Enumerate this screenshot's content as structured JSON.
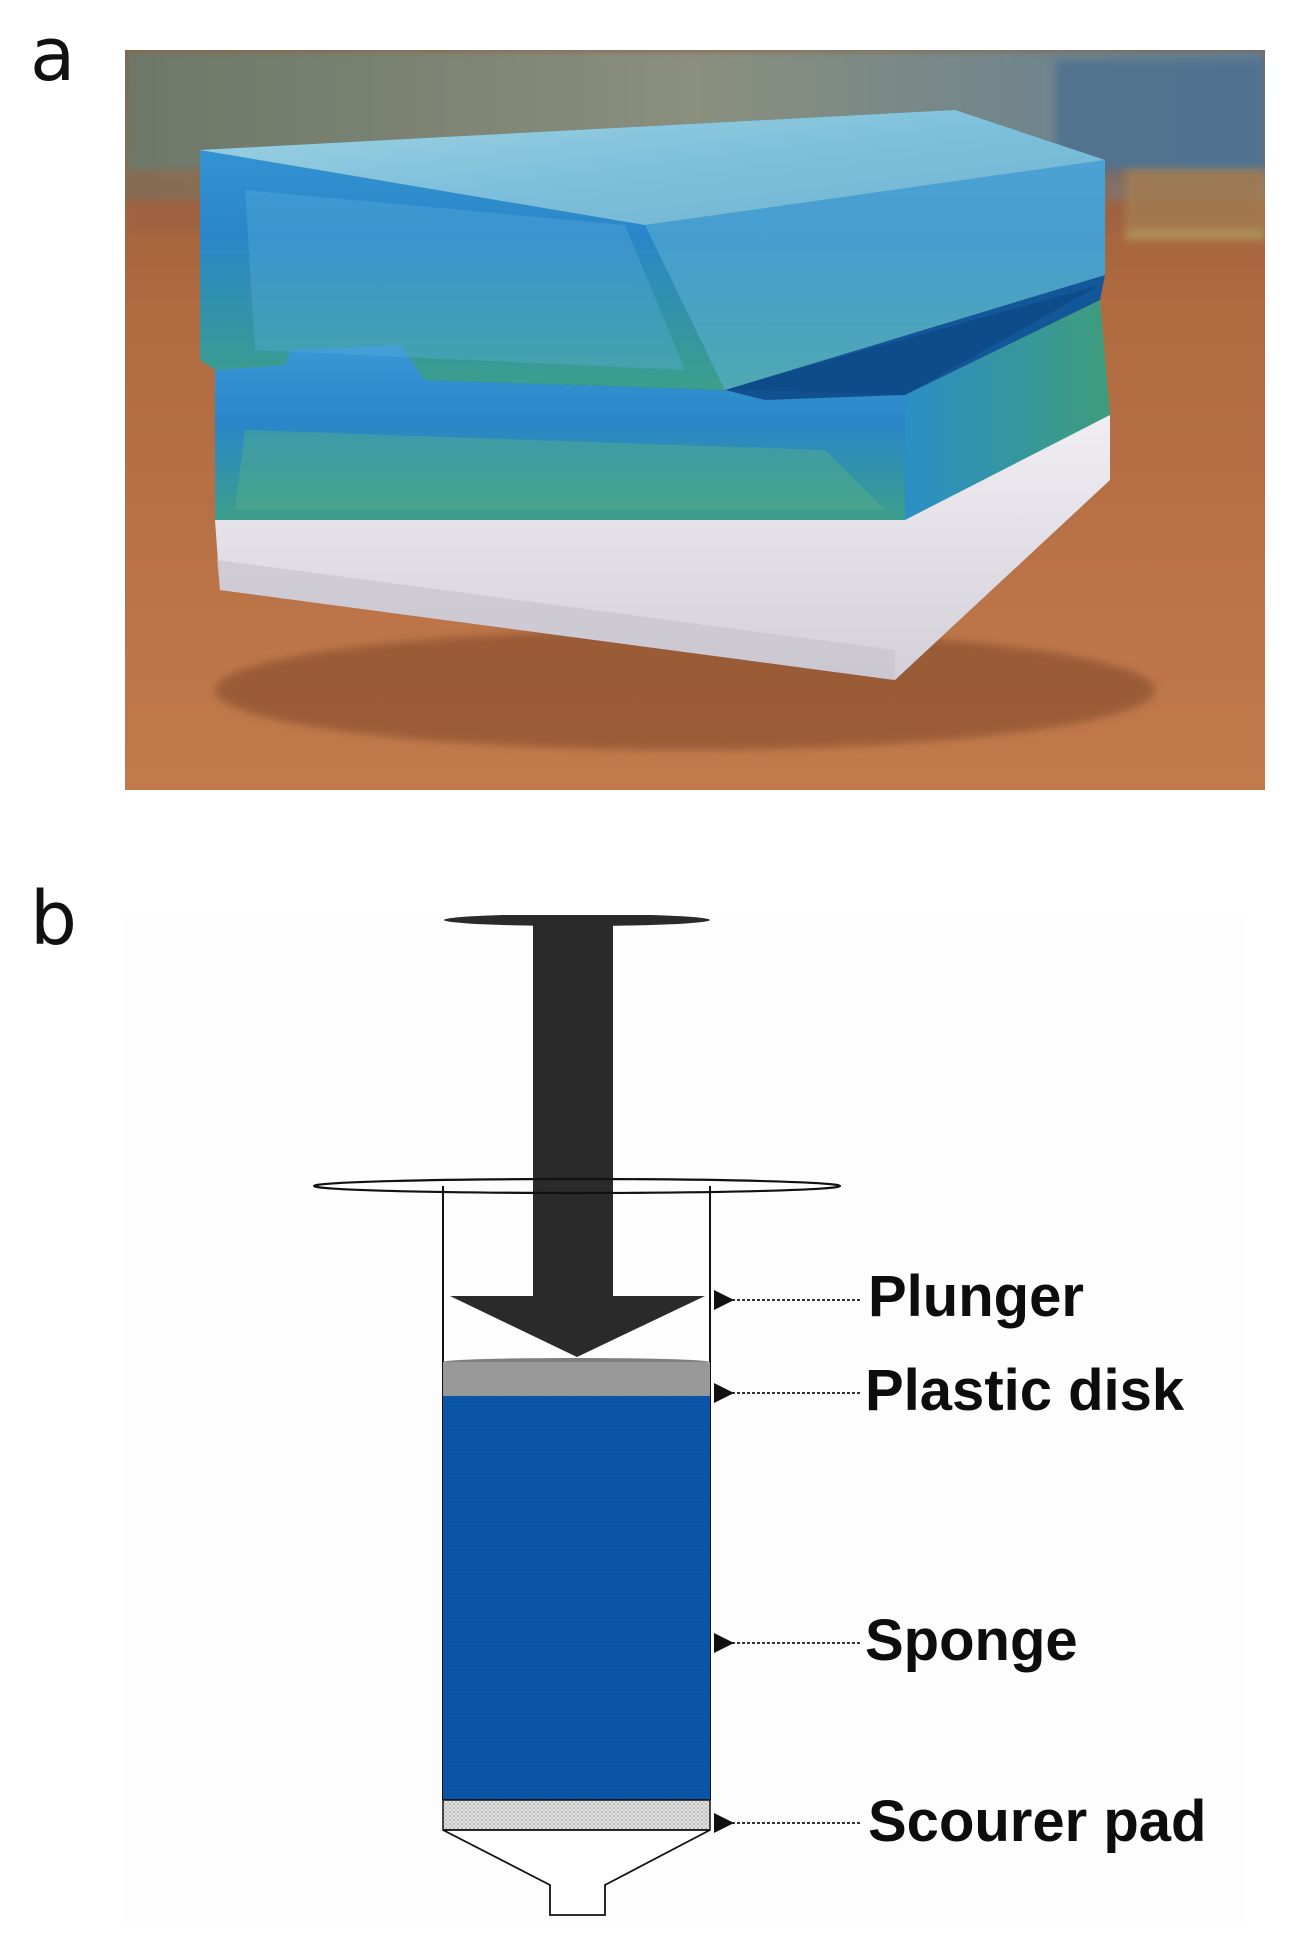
{
  "panels": {
    "a": {
      "letter": "a"
    },
    "b": {
      "letter": "b"
    }
  },
  "diagram": {
    "labels": {
      "plunger": "Plunger",
      "plastic_disk": "Plastic disk",
      "sponge": "Sponge",
      "scourer_pad": "Scourer pad"
    }
  },
  "colors": {
    "sponge_blue": "#0b56a8",
    "plunger_black": "#2a2a2a",
    "plastic_disk_gray": "#999999",
    "scourer_pad_gray": "#d9d9d9",
    "photo_table_brown": "#b36a3f",
    "photo_sponge_top": "#7fc2dd",
    "photo_sponge_mid": "#2c8fcf",
    "photo_sponge_green": "#4aa37f",
    "photo_scourer_white": "#e7e4ea"
  }
}
